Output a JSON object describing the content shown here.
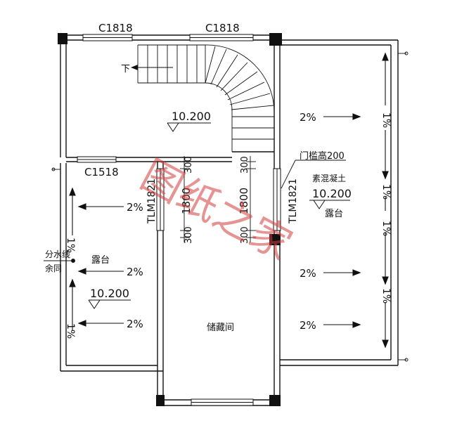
{
  "windows": {
    "top_left": "C1818",
    "top_right": "C1818",
    "left_mid": "C1518"
  },
  "doors": {
    "left": "TLM1821",
    "right": "TLM1821"
  },
  "stair_label": "下",
  "elevations": {
    "stair_hall": "10.200",
    "right_terrace": "10.200",
    "left_terrace": "10.200"
  },
  "slopes": {
    "two_percent": "2%",
    "one_percent": "1%"
  },
  "dimensions": {
    "d300": "300",
    "d1800": "1800"
  },
  "rooms": {
    "storage": "储藏间",
    "terrace_left": "露台",
    "terrace_right": "露台"
  },
  "notes": {
    "sill": "门槛高200",
    "concrete": "素混凝土",
    "divider_line1": "分水线",
    "divider_line2": "余同"
  },
  "watermark": "图纸之家"
}
